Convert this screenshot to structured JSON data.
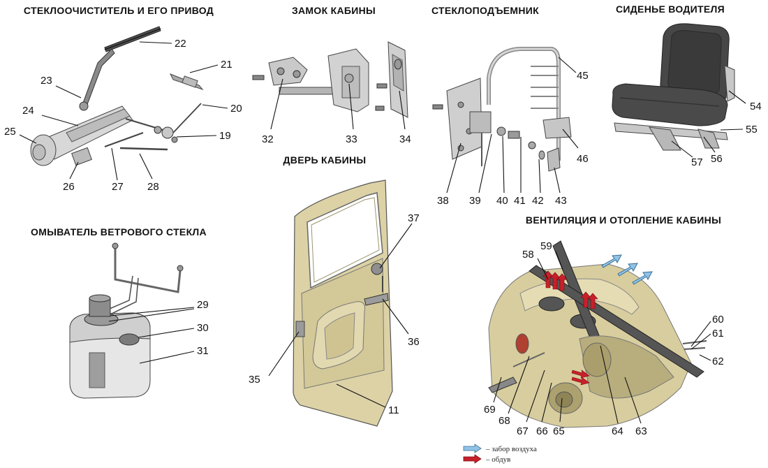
{
  "sections": {
    "wiper": "СТЕКЛООЧИСТИТЕЛЬ И ЕГО ПРИВОД",
    "lock": "ЗАМОК КАБИНЫ",
    "window_lifter": "СТЕКЛОПОДЪЕМНИК",
    "seat": "СИДЕНЬЕ ВОДИТЕЛЯ",
    "door": "ДВЕРЬ КАБИНЫ",
    "washer": "ОМЫВАТЕЛЬ ВЕТРОВОГО СТЕКЛА",
    "ventilation": "ВЕНТИЛЯЦИЯ И ОТОПЛЕНИЕ КАБИНЫ"
  },
  "callouts": {
    "c11": "11",
    "c19": "19",
    "c20": "20",
    "c21": "21",
    "c22": "22",
    "c23": "23",
    "c24": "24",
    "c25": "25",
    "c26": "26",
    "c27": "27",
    "c28": "28",
    "c29": "29",
    "c30": "30",
    "c31": "31",
    "c32": "32",
    "c33": "33",
    "c34": "34",
    "c35": "35",
    "c36": "36",
    "c37": "37",
    "c38": "38",
    "c39": "39",
    "c40": "40",
    "c41": "41",
    "c42": "42",
    "c43": "43",
    "c45": "45",
    "c46": "46",
    "c54": "54",
    "c55": "55",
    "c56": "56",
    "c57": "57",
    "c58": "58",
    "c59": "59",
    "c60": "60",
    "c61": "61",
    "c62": "62",
    "c63": "63",
    "c64": "64",
    "c65": "65",
    "c66": "66",
    "c67": "67",
    "c68": "68",
    "c69": "69"
  },
  "legend": {
    "intake": "– забор воздуха",
    "blow": "– обдув",
    "intake_color": "#8fc3e8",
    "blow_color": "#c8202a"
  }
}
